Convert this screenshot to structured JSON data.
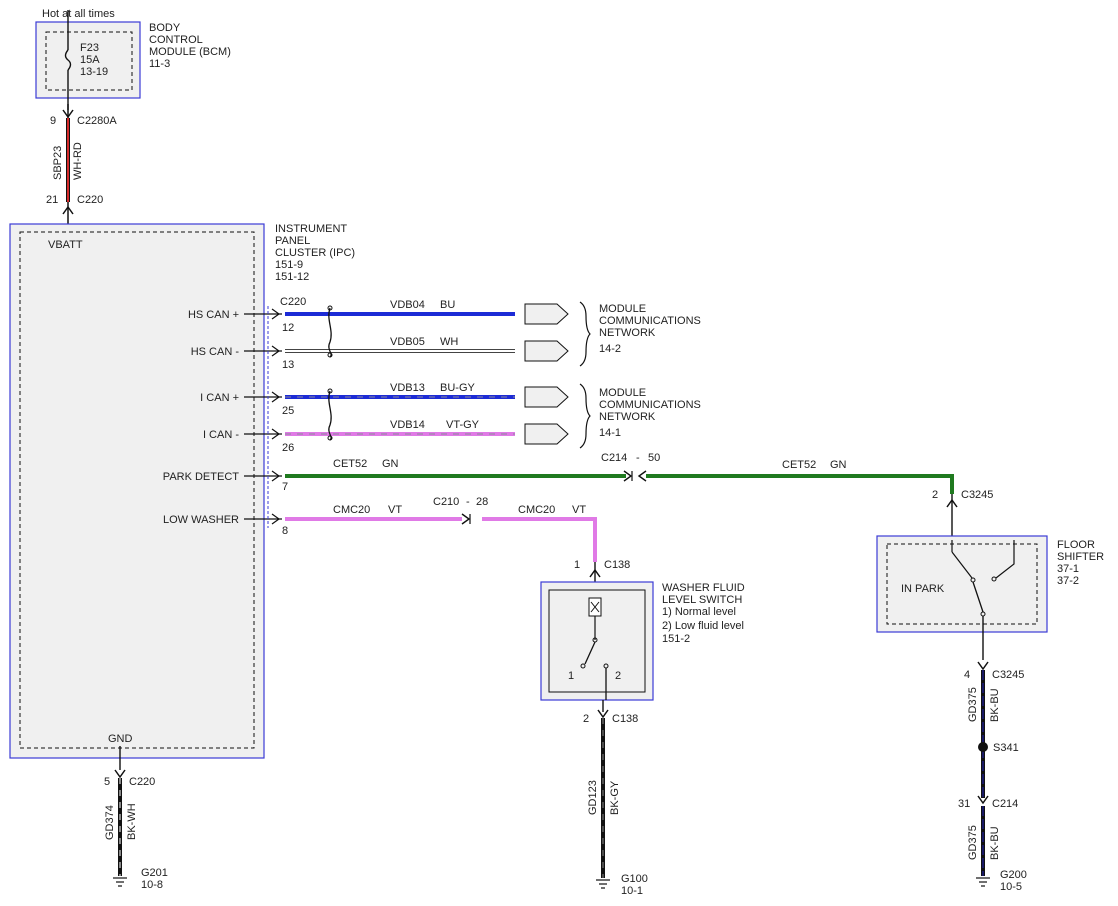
{
  "colors": {
    "module_fill": "#f0f0f0",
    "module_border": "#3b3bd6",
    "wire_red": "#d62b2b",
    "wire_blue": "#1c2bd6",
    "wire_green": "#1f7a1f",
    "wire_violet": "#e07ae6",
    "wire_black": "#111111",
    "wire_navy": "#1a1a80",
    "text": "#222222"
  },
  "bcm": {
    "hot_label": "Hot at all times",
    "name_lines": [
      "BODY",
      "CONTROL",
      "MODULE (BCM)",
      "11-3"
    ],
    "fuse": [
      "F23",
      "15A",
      "13-19"
    ]
  },
  "bcm_wire": {
    "pin_top": "9",
    "conn_top": "C2280A",
    "circuit": "SBP23",
    "color": "WH-RD",
    "pin_bottom": "21",
    "conn_bottom": "C220"
  },
  "ipc": {
    "name_lines": [
      "INSTRUMENT",
      "PANEL",
      "CLUSTER (IPC)",
      "151-9",
      "151-12"
    ],
    "vbatt": "VBATT",
    "gnd": "GND",
    "pins": [
      {
        "name": "HS CAN +",
        "num": "12"
      },
      {
        "name": "HS CAN -",
        "num": "13"
      },
      {
        "name": "I CAN +",
        "num": "25"
      },
      {
        "name": "I CAN -",
        "num": "26"
      },
      {
        "name": "PARK DETECT",
        "num": "7"
      },
      {
        "name": "LOW WASHER",
        "num": "8"
      }
    ],
    "connector": "C220"
  },
  "can_wires": [
    {
      "circuit": "VDB04",
      "color": "BU"
    },
    {
      "circuit": "VDB05",
      "color": "WH"
    },
    {
      "circuit": "VDB13",
      "color": "BU-GY"
    },
    {
      "circuit": "VDB14",
      "color": "VT-GY"
    }
  ],
  "networks": [
    {
      "lines": [
        "MODULE",
        "COMMUNICATIONS",
        "NETWORK",
        "14-2"
      ]
    },
    {
      "lines": [
        "MODULE",
        "COMMUNICATIONS",
        "NETWORK",
        "14-1"
      ]
    }
  ],
  "park_wire": {
    "circuit_a": "CET52",
    "color_a": "GN",
    "inline": "C214",
    "inline_pin": "50",
    "circuit_b": "CET52",
    "color_b": "GN",
    "shifter_pin": "2",
    "shifter_conn": "C3245"
  },
  "washer_wire": {
    "circuit_a": "CMC20",
    "color_a": "VT",
    "inline": "C210",
    "inline_pin": "28",
    "circuit_b": "CMC20",
    "color_b": "VT",
    "switch_pin": "1",
    "switch_conn": "C138"
  },
  "washer_switch": {
    "name_lines": [
      "WASHER FLUID",
      "LEVEL SWITCH",
      "1) Normal level",
      "2) Low fluid level",
      "151-2"
    ],
    "pos1": "1",
    "pos2": "2",
    "bottom_pin": "2",
    "bottom_conn": "C138",
    "ground_circuit": "GD123",
    "ground_color": "BK-GY",
    "ground": "G100",
    "ground_page": "10-1"
  },
  "floor_shifter": {
    "name_lines": [
      "FLOOR",
      "SHIFTER",
      "37-1",
      "37-2"
    ],
    "inner_label": "IN PARK",
    "bottom_pin": "4",
    "bottom_conn": "C3245",
    "circuit1": "GD375",
    "color1": "BK-BU",
    "splice": "S341",
    "pin_c214": "31",
    "conn_c214": "C214",
    "circuit2": "GD375",
    "color2": "BK-BU",
    "ground": "G200",
    "ground_page": "10-5"
  },
  "ipc_ground": {
    "pin": "5",
    "conn": "C220",
    "circuit": "GD374",
    "color": "BK-WH",
    "ground": "G201",
    "ground_page": "10-8"
  }
}
